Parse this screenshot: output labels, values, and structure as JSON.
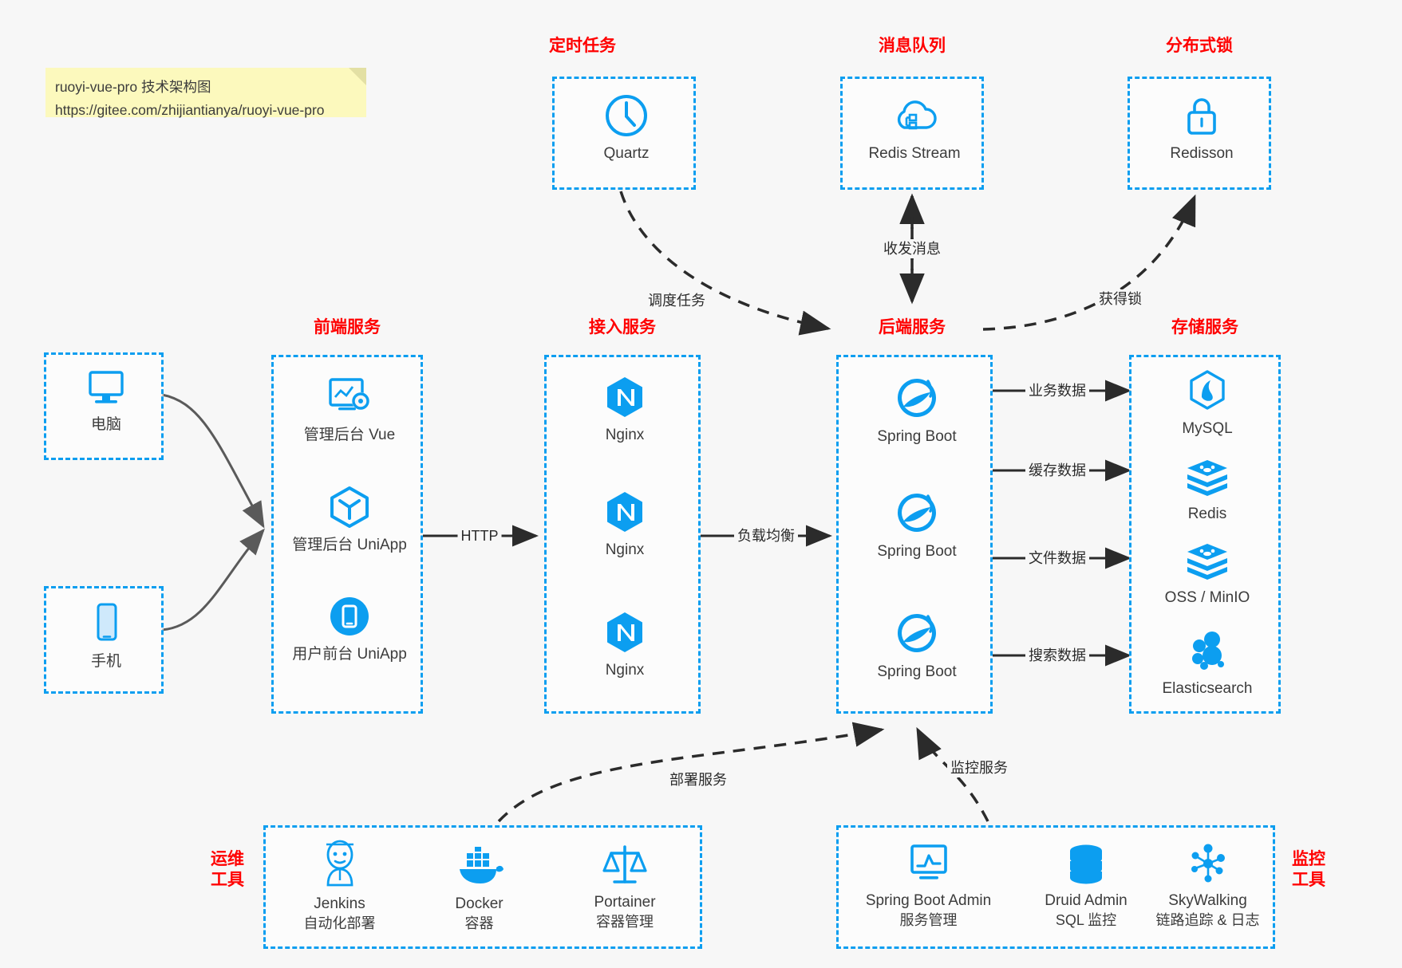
{
  "note": {
    "line1": "ruoyi-vue-pro 技术架构图",
    "line2": "https://gitee.com/zhijiantianya/ruoyi-vue-pro"
  },
  "colors": {
    "accent_blue": "#0c9ef0",
    "title_red": "#ff0000",
    "text_dark": "#3c3c3c",
    "arrow_dark": "#2b2b2b",
    "note_yellow": "#fcf9bd",
    "background": "#f7f7f7"
  },
  "groups": {
    "scheduler": {
      "title": "定时任务",
      "nodes": [
        {
          "label": "Quartz",
          "icon": "clock-icon"
        }
      ]
    },
    "mq": {
      "title": "消息队列",
      "nodes": [
        {
          "label": "Redis Stream",
          "icon": "cloud-network-icon"
        }
      ]
    },
    "lock": {
      "title": "分布式锁",
      "nodes": [
        {
          "label": "Redisson",
          "icon": "lock-icon"
        }
      ]
    },
    "client_pc": {
      "title": "",
      "nodes": [
        {
          "label": "电脑",
          "icon": "desktop-icon"
        }
      ]
    },
    "client_mobile": {
      "title": "",
      "nodes": [
        {
          "label": "手机",
          "icon": "phone-icon"
        }
      ]
    },
    "frontend": {
      "title": "前端服务",
      "nodes": [
        {
          "label": "管理后台 Vue",
          "icon": "dashboard-vue-icon"
        },
        {
          "label": "管理后台 UniApp",
          "icon": "uniapp-cube-icon"
        },
        {
          "label": "用户前台 UniApp",
          "icon": "mobile-app-icon"
        }
      ]
    },
    "gateway": {
      "title": "接入服务",
      "nodes": [
        {
          "label": "Nginx",
          "icon": "nginx-icon"
        },
        {
          "label": "Nginx",
          "icon": "nginx-icon"
        },
        {
          "label": "Nginx",
          "icon": "nginx-icon"
        }
      ]
    },
    "backend": {
      "title": "后端服务",
      "nodes": [
        {
          "label": "Spring Boot",
          "icon": "spring-boot-icon"
        },
        {
          "label": "Spring Boot",
          "icon": "spring-boot-icon"
        },
        {
          "label": "Spring Boot",
          "icon": "spring-boot-icon"
        }
      ]
    },
    "storage": {
      "title": "存储服务",
      "nodes": [
        {
          "label": "MySQL",
          "icon": "mysql-icon"
        },
        {
          "label": "Redis",
          "icon": "redis-icon"
        },
        {
          "label": "OSS / MinIO",
          "icon": "oss-minio-icon"
        },
        {
          "label": "Elasticsearch",
          "icon": "elasticsearch-icon"
        }
      ]
    },
    "devops": {
      "title": "运维\n工具",
      "nodes": [
        {
          "label": "Jenkins",
          "sublabel": "自动化部署",
          "icon": "jenkins-icon"
        },
        {
          "label": "Docker",
          "sublabel": "容器",
          "icon": "docker-icon"
        },
        {
          "label": "Portainer",
          "sublabel": "容器管理",
          "icon": "portainer-icon"
        }
      ]
    },
    "monitoring": {
      "title": "监控\n工具",
      "nodes": [
        {
          "label": "Spring Boot Admin",
          "sublabel": "服务管理",
          "icon": "monitor-chart-icon"
        },
        {
          "label": "Druid Admin",
          "sublabel": "SQL 监控",
          "icon": "database-icon"
        },
        {
          "label": "SkyWalking",
          "sublabel": "链路追踪 & 日志",
          "icon": "skywalking-icon"
        }
      ]
    }
  },
  "edges": [
    {
      "id": "http",
      "label": "HTTP",
      "style": "solid",
      "from": "frontend",
      "to": "gateway"
    },
    {
      "id": "lb",
      "label": "负载均衡",
      "style": "solid",
      "from": "gateway",
      "to": "backend"
    },
    {
      "id": "schedule",
      "label": "调度任务",
      "style": "dashed",
      "from": "scheduler",
      "to": "backend"
    },
    {
      "id": "message",
      "label": "收发消息",
      "style": "dashed",
      "from": "mq",
      "to": "backend"
    },
    {
      "id": "getlock",
      "label": "获得锁",
      "style": "dashed",
      "from": "backend",
      "to": "lock"
    },
    {
      "id": "biz-data",
      "label": "业务数据",
      "style": "solid",
      "from": "backend",
      "to": "storage"
    },
    {
      "id": "cache-data",
      "label": "缓存数据",
      "style": "solid",
      "from": "backend",
      "to": "storage"
    },
    {
      "id": "file-data",
      "label": "文件数据",
      "style": "solid",
      "from": "backend",
      "to": "storage"
    },
    {
      "id": "search-data",
      "label": "搜索数据",
      "style": "solid",
      "from": "backend",
      "to": "storage"
    },
    {
      "id": "deploy",
      "label": "部署服务",
      "style": "dashed",
      "from": "devops",
      "to": "backend"
    },
    {
      "id": "monitor",
      "label": "监控服务",
      "style": "dashed",
      "from": "monitoring",
      "to": "backend"
    }
  ]
}
